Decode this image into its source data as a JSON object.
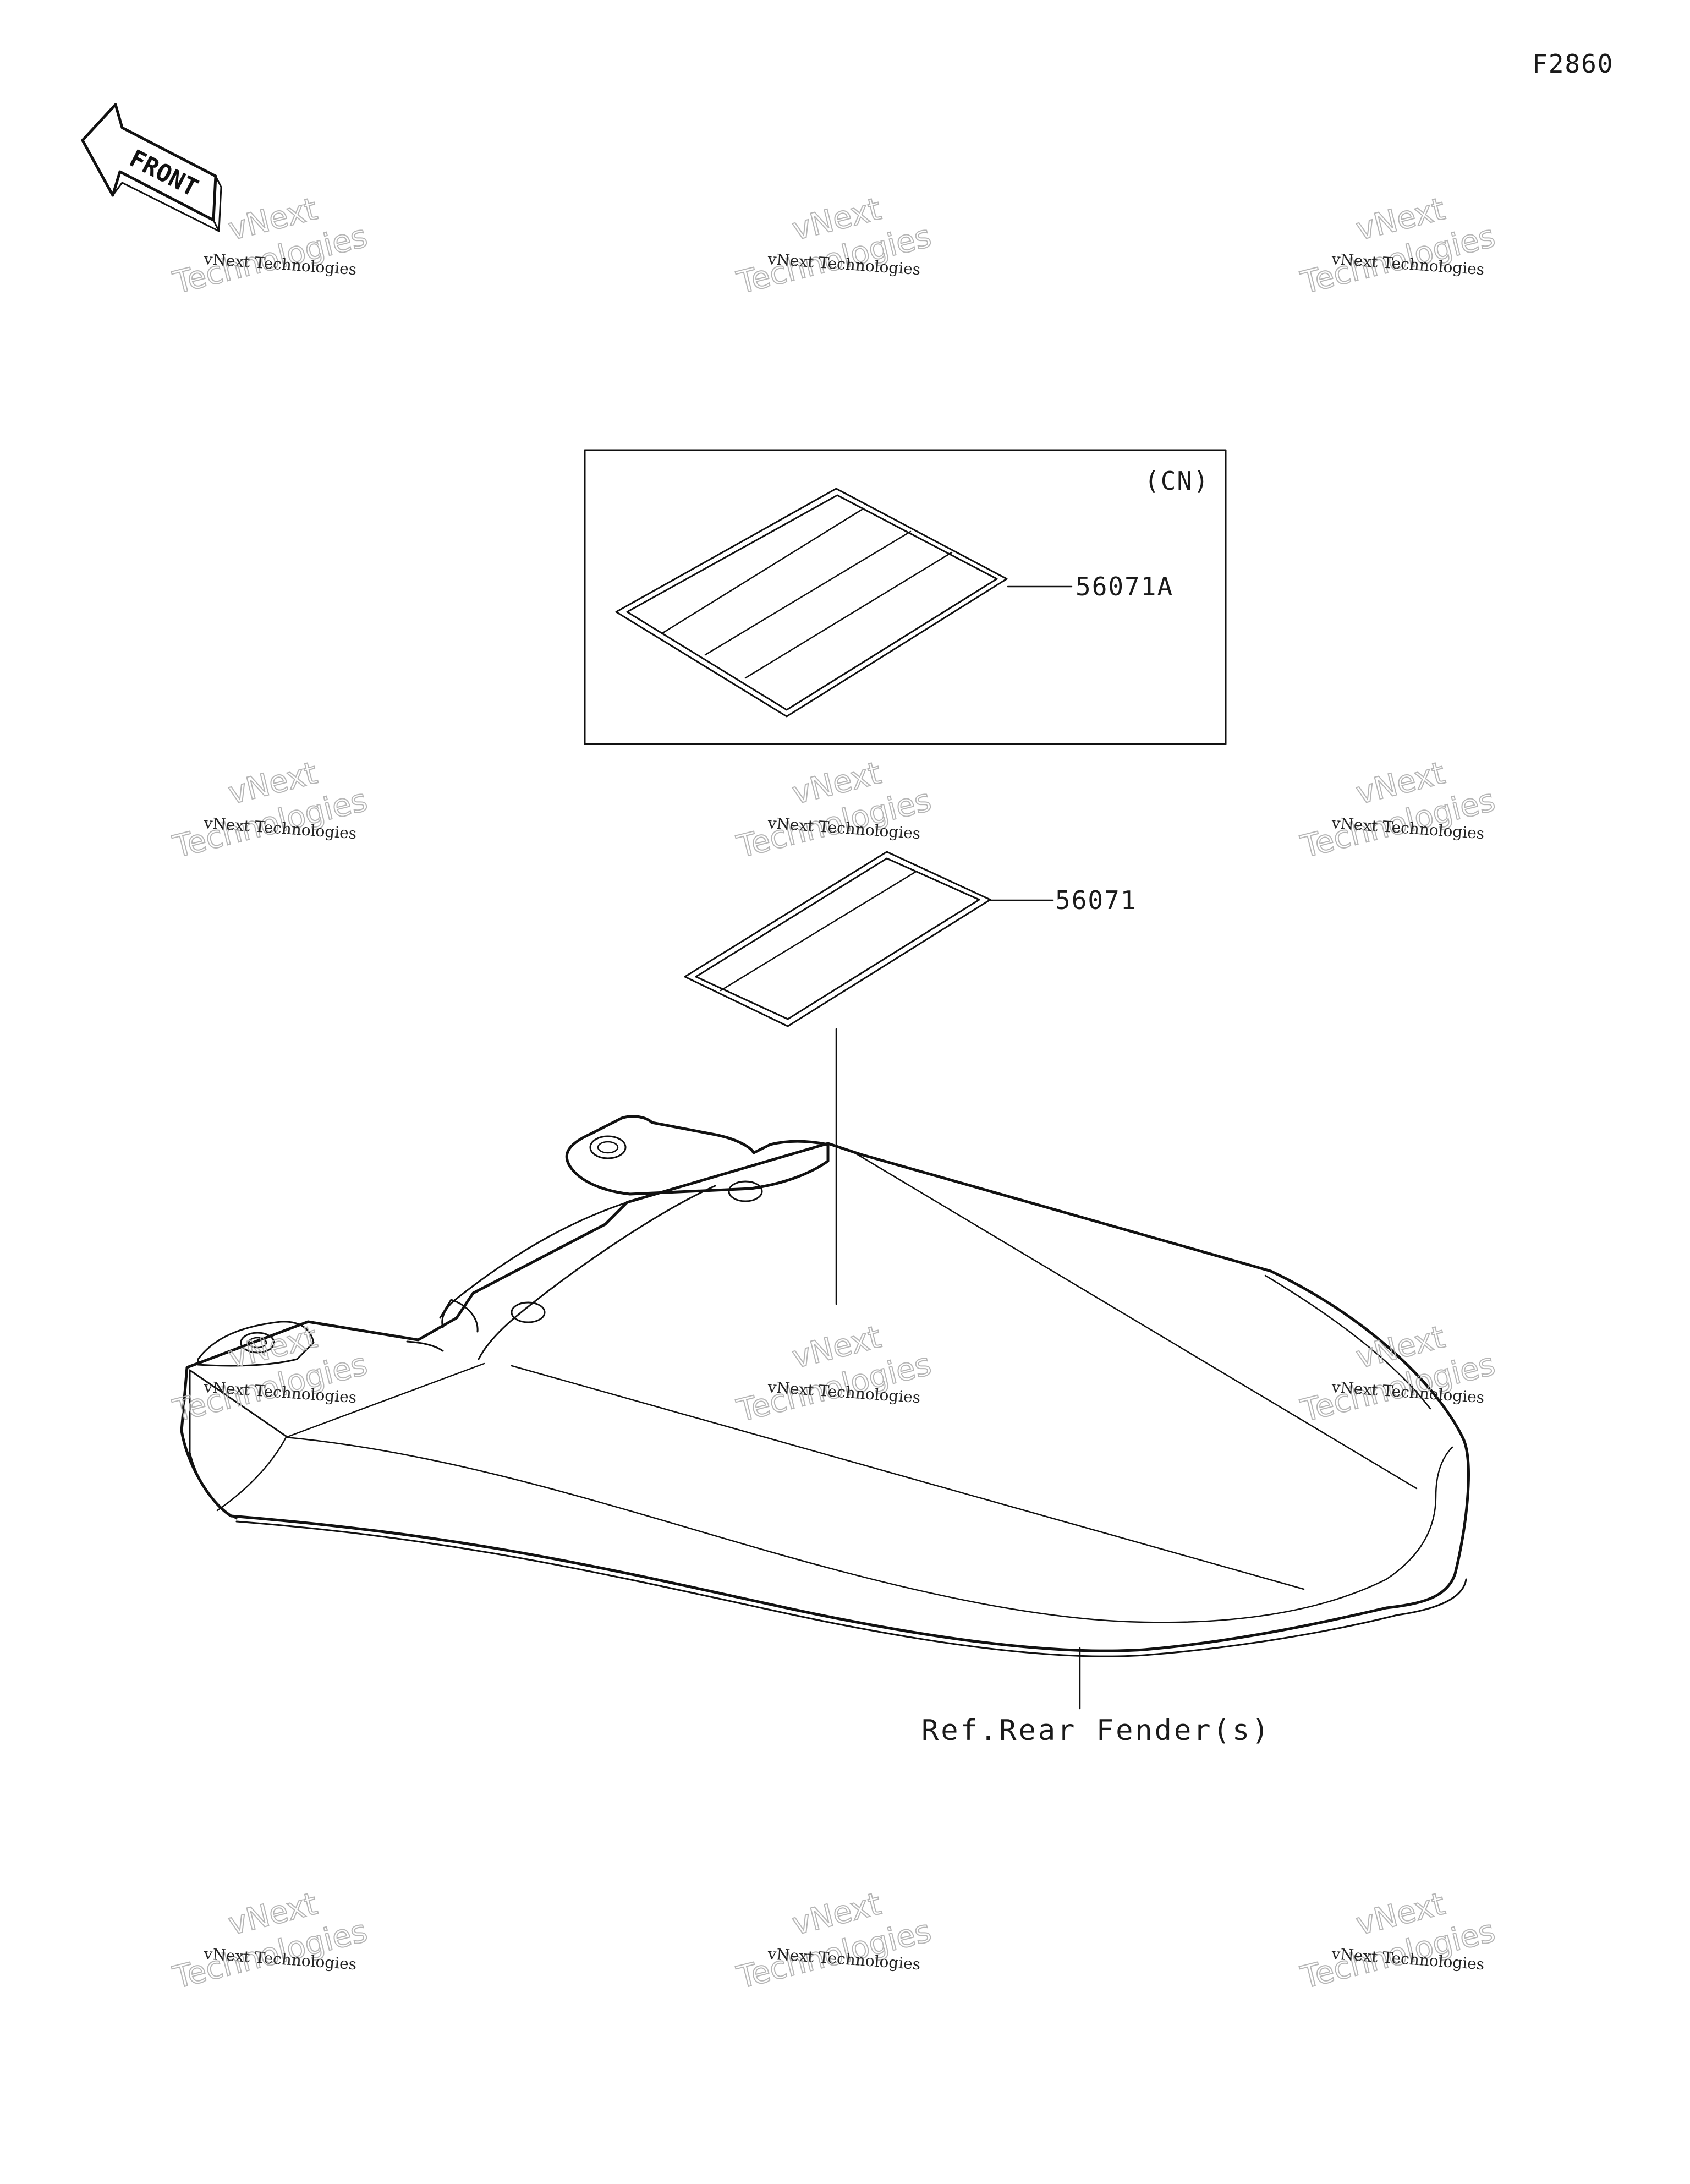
{
  "diagram": {
    "figure_code": "F2860",
    "front_label": "FRONT",
    "region_box_label": "(CN)",
    "callouts": [
      {
        "part_number": "56071A"
      },
      {
        "part_number": "56071"
      }
    ],
    "reference_label": "Ref.Rear Fender(s)"
  },
  "watermark": {
    "small_text": "vNext Technologies",
    "big_line1": "vNext",
    "big_line2": "Technologies"
  }
}
